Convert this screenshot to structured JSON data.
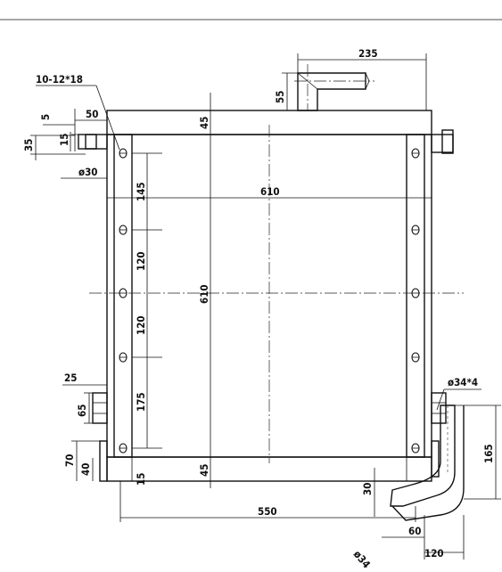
{
  "drawing": {
    "dimensions": {
      "holes": "10-12*18",
      "fan_width": "235",
      "fan_height": "55",
      "top_gap": "5",
      "mount_offset": "50",
      "left_35": "35",
      "left_15": "15",
      "hole_dia": "ø30",
      "top_45": "45",
      "pitch_145": "145",
      "width_610": "610",
      "pitch_120a": "120",
      "height_610": "610",
      "pitch_120b": "120",
      "tab_25": "25",
      "tab_65": "65",
      "pipe_spec": "ø34*4",
      "pitch_175": "175",
      "right_165": "165",
      "left_70": "70",
      "left_40": "40",
      "bottom_45": "45",
      "bottom_15": "15",
      "pipe_30": "30",
      "base_550": "550",
      "pipe_60": "60",
      "pipe_120": "120",
      "pipe_dia": "ø34"
    }
  }
}
